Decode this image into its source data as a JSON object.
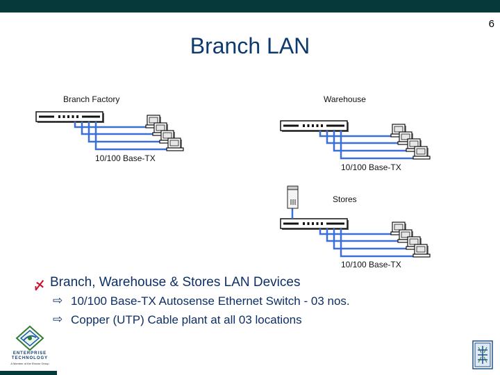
{
  "page_number": "6",
  "title": "Branch LAN",
  "sites": {
    "factory": {
      "label": "Branch Factory",
      "cable": "10/100 Base-TX"
    },
    "warehouse": {
      "label": "Warehouse",
      "cable": "10/100 Base-TX"
    },
    "stores": {
      "label": "Stores",
      "cable": "10/100 Base-TX"
    }
  },
  "bullets": {
    "main": "Branch, Warehouse & Stores LAN Devices",
    "subs": [
      "10/100 Base-TX Autosense Ethernet Switch  - 03 nos.",
      "Copper (UTP) Cable plant at all 03 locations"
    ]
  },
  "logo": {
    "brand_line1": "ENTERPRISE",
    "brand_line2": "TECHNOLOGY",
    "tagline": "A Member of the Elector Group"
  },
  "colors": {
    "title": "#0d3a6e",
    "cable": "#3a6fd8",
    "bar": "#06393a",
    "bullet_marker": "#c8102e"
  }
}
